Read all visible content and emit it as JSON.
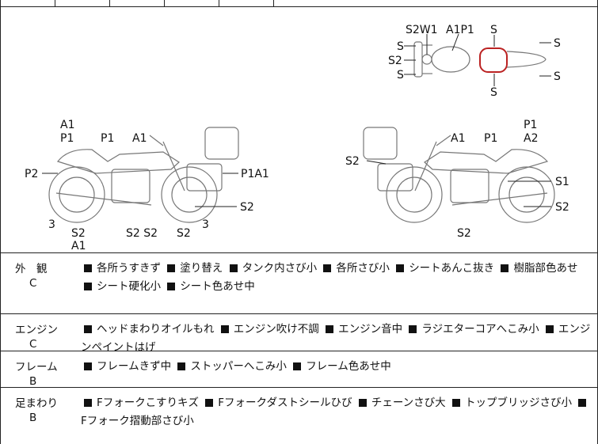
{
  "diagram": {
    "top_view_labels": [
      "S2W1",
      "A1P1",
      "S",
      "S",
      "S2",
      "S",
      "S",
      "S",
      "S"
    ],
    "left_side_labels": [
      "A1",
      "P1",
      "P1",
      "A1",
      "P2",
      "P1A1",
      "S2",
      "3",
      "S2",
      "S2 S2",
      "S2",
      "3",
      "A1"
    ],
    "right_side_labels": [
      "P1",
      "A2",
      "A1",
      "P1",
      "S2",
      "S1",
      "S2",
      "S2"
    ]
  },
  "rows": [
    {
      "category": "外　観",
      "grade": "C",
      "items": [
        "各所うすきず",
        "塗り替え",
        "タンク内さび小",
        "各所さび小",
        "シートあんこ抜き",
        "樹脂部色あせ",
        "シート硬化小",
        "シート色あせ中"
      ]
    },
    {
      "category": "エンジン",
      "grade": "C",
      "items": [
        "ヘッドまわりオイルもれ",
        "エンジン吹け不調",
        "エンジン音中",
        "ラジエターコアへこみ小",
        "エンジンペイントはげ"
      ]
    },
    {
      "category": "フレーム",
      "grade": "B",
      "items": [
        "フレームきず中",
        "ストッパーへこみ小",
        "フレーム色あせ中"
      ]
    },
    {
      "category": "足まわり",
      "grade": "B",
      "items": [
        "Fフォークこすりキズ",
        "Fフォークダストシールひび",
        "チェーンさび大",
        "トップブリッジさび小",
        "Fフォーク摺動部さび小"
      ]
    }
  ]
}
